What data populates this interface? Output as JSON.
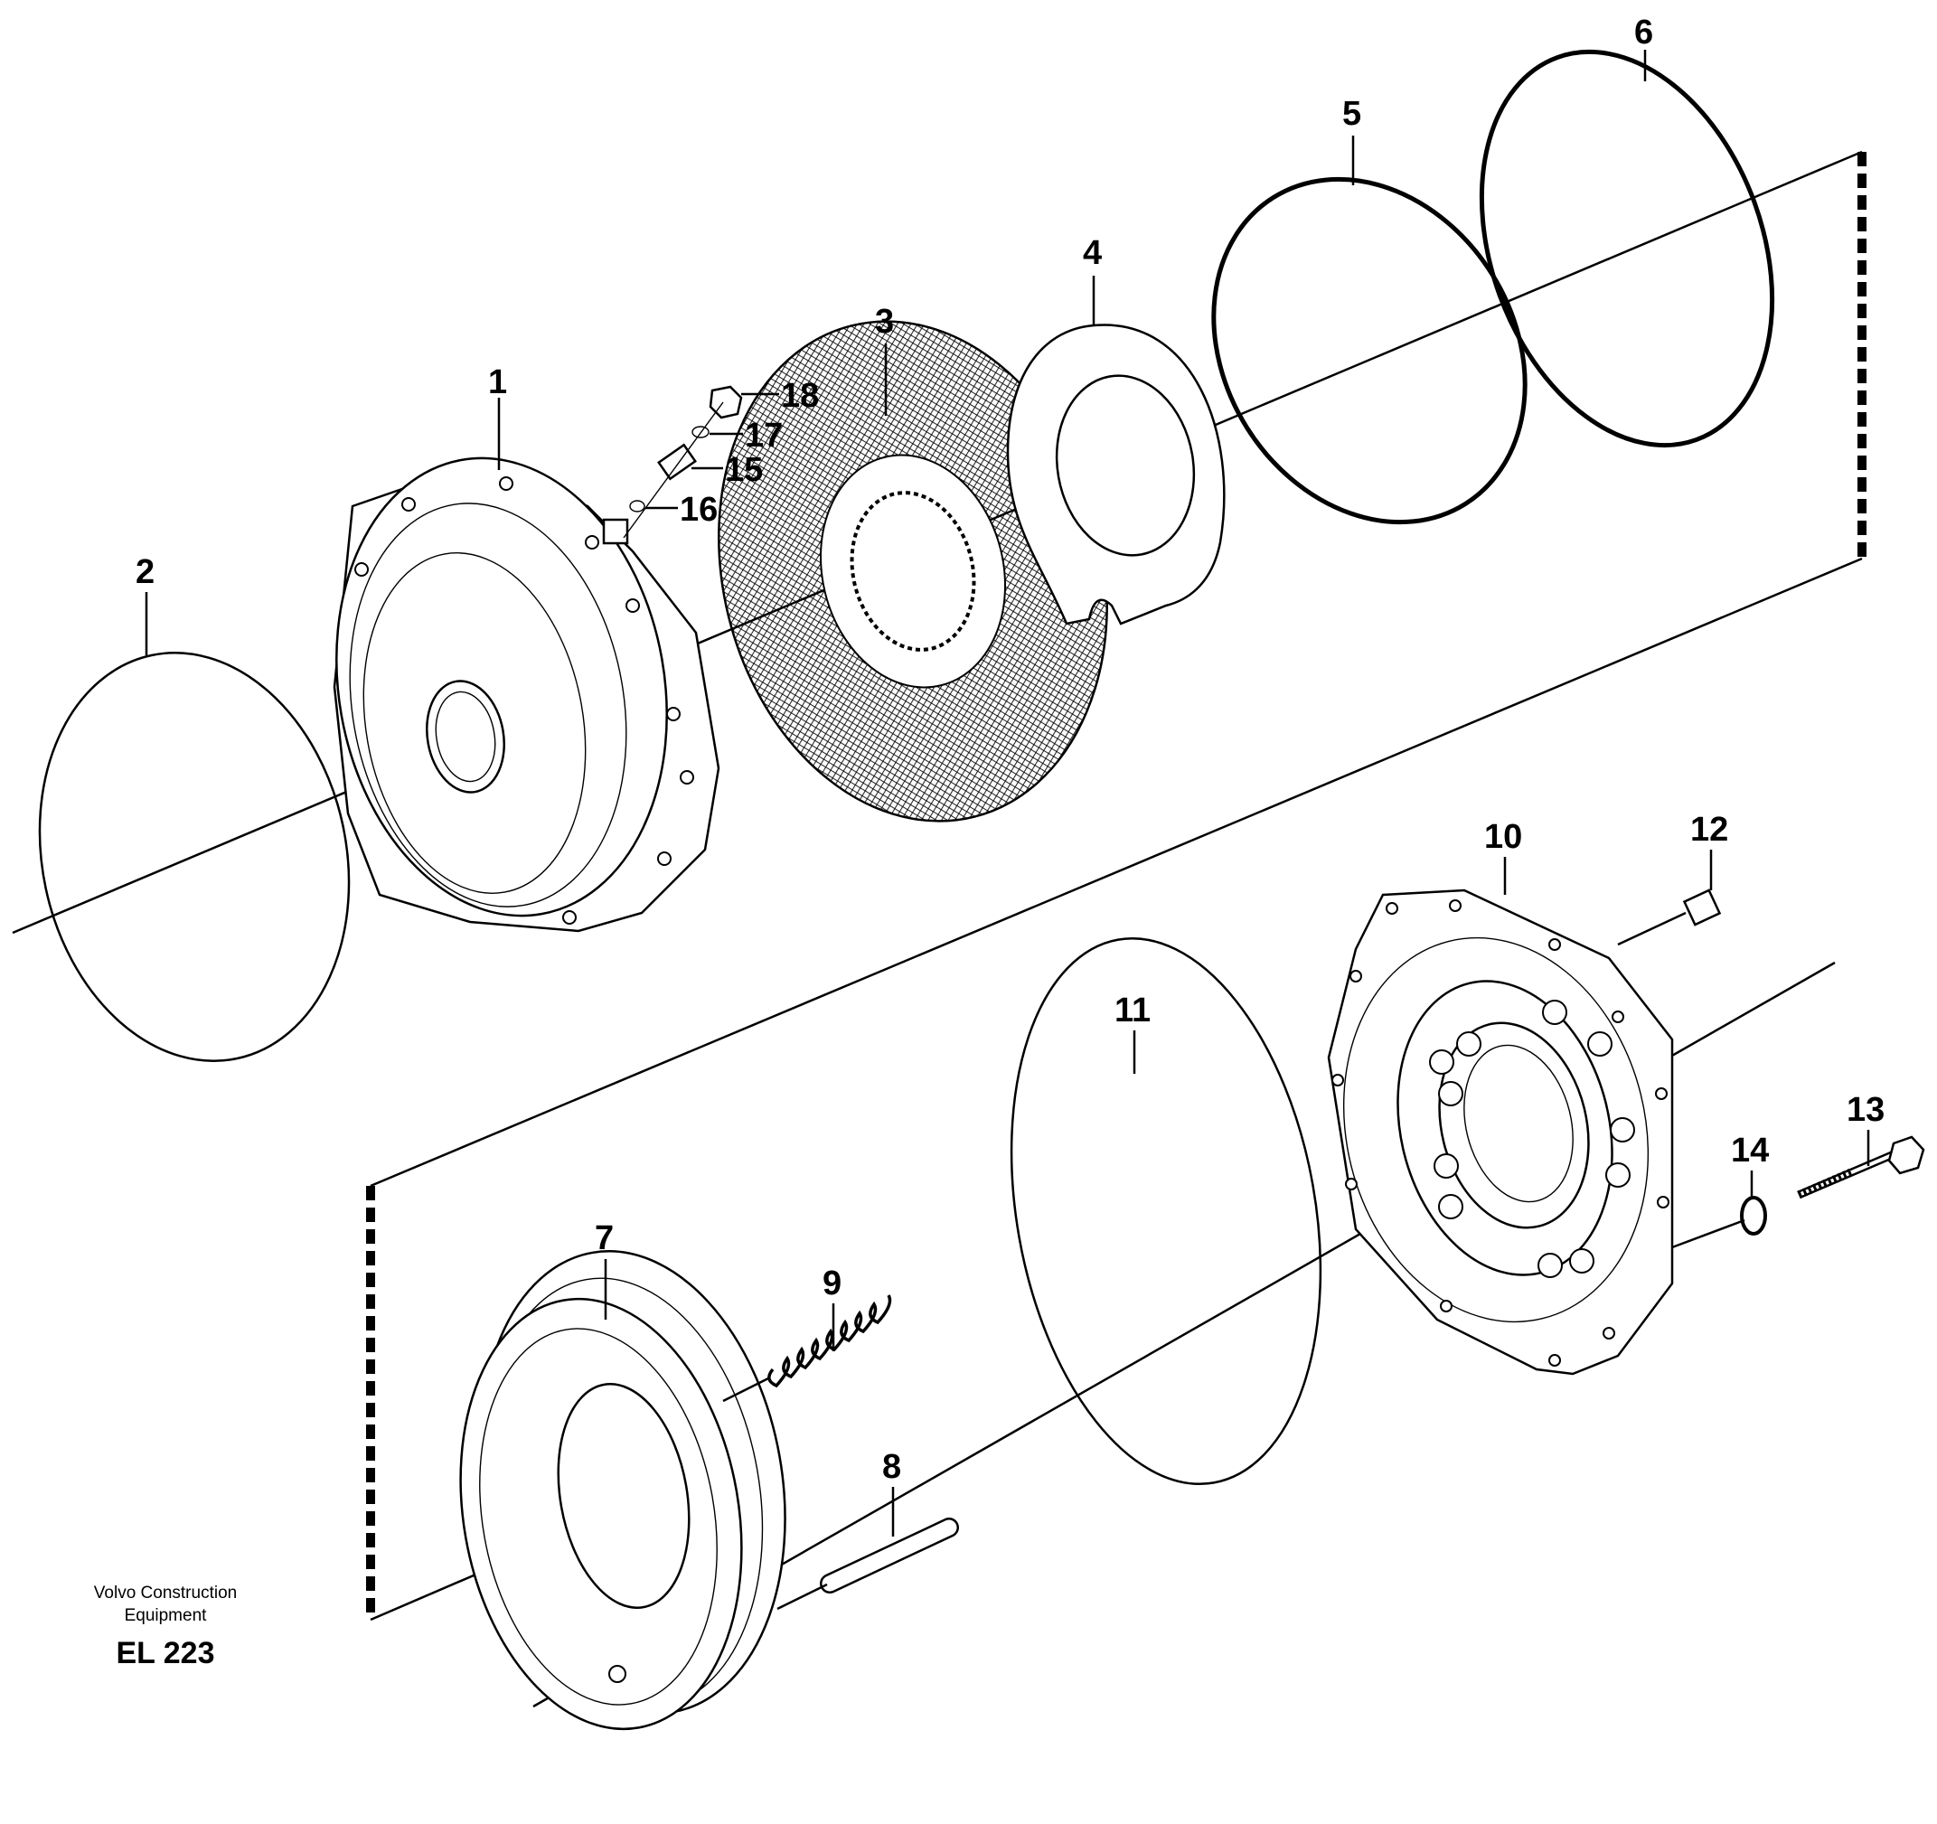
{
  "diagram": {
    "parts": [
      {
        "number": "1",
        "name": "brake-housing"
      },
      {
        "number": "2",
        "name": "o-ring"
      },
      {
        "number": "3",
        "name": "friction-disc"
      },
      {
        "number": "4",
        "name": "separator-plate"
      },
      {
        "number": "5",
        "name": "o-ring"
      },
      {
        "number": "6",
        "name": "o-ring"
      },
      {
        "number": "7",
        "name": "piston"
      },
      {
        "number": "8",
        "name": "pin"
      },
      {
        "number": "9",
        "name": "spring"
      },
      {
        "number": "10",
        "name": "brake-cover"
      },
      {
        "number": "11",
        "name": "o-ring"
      },
      {
        "number": "12",
        "name": "plug"
      },
      {
        "number": "13",
        "name": "screw"
      },
      {
        "number": "14",
        "name": "washer"
      },
      {
        "number": "15",
        "name": "bleeder-nipple"
      },
      {
        "number": "16",
        "name": "o-ring"
      },
      {
        "number": "17",
        "name": "o-ring"
      },
      {
        "number": "18",
        "name": "cap"
      }
    ]
  },
  "footer": {
    "company_line1": "Volvo Construction",
    "company_line2": "Equipment",
    "code": "EL 223"
  }
}
